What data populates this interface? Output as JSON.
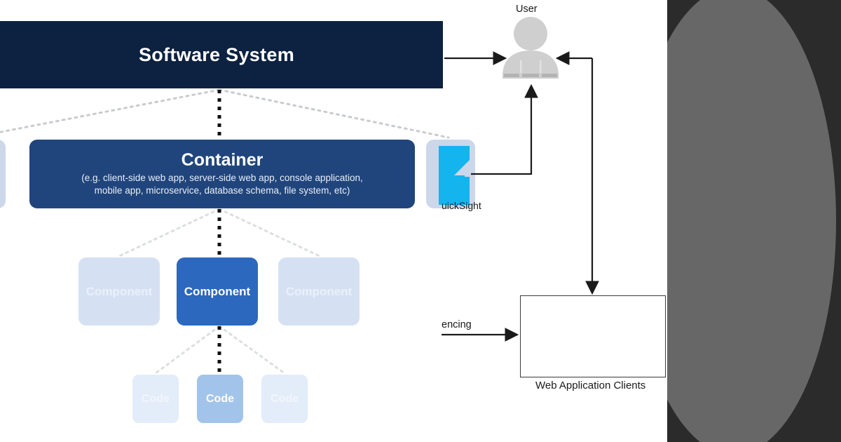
{
  "c4_diagram": {
    "system": {
      "label": "Software System",
      "color": "#0d2140"
    },
    "container": {
      "title": "Container",
      "subtitle_line1": "(e.g. client-side web app, server-side web app, console application,",
      "subtitle_line2": "mobile app, microservice, database schema, file system, etc)",
      "color": "#20457c"
    },
    "ghost_containers": [
      {
        "label": "",
        "color": "#ccd7ea"
      },
      {
        "label": "",
        "color": "#ccd7ea"
      }
    ],
    "components": [
      {
        "label": "Component",
        "state": "dim",
        "color": "#d5e1f3"
      },
      {
        "label": "Component",
        "state": "active",
        "color": "#2c68be"
      },
      {
        "label": "Component",
        "state": "dim",
        "color": "#d5e1f3"
      }
    ],
    "code_blocks": [
      {
        "label": "Code",
        "state": "dim",
        "color": "#e3ecf9"
      },
      {
        "label": "Code",
        "state": "active",
        "color": "#a2c4ea"
      },
      {
        "label": "Code",
        "state": "dim",
        "color": "#e3ecf9"
      }
    ]
  },
  "architecture": {
    "user": {
      "label": "User"
    },
    "quicksight": {
      "label": "uickSight",
      "brand_color": "#14b4ef"
    },
    "web_application_clients": {
      "label": "Web Application Clients"
    },
    "connector_label": "encing"
  },
  "right_panel": {
    "background": "#2b2b2b",
    "circle_color": "#676767"
  }
}
